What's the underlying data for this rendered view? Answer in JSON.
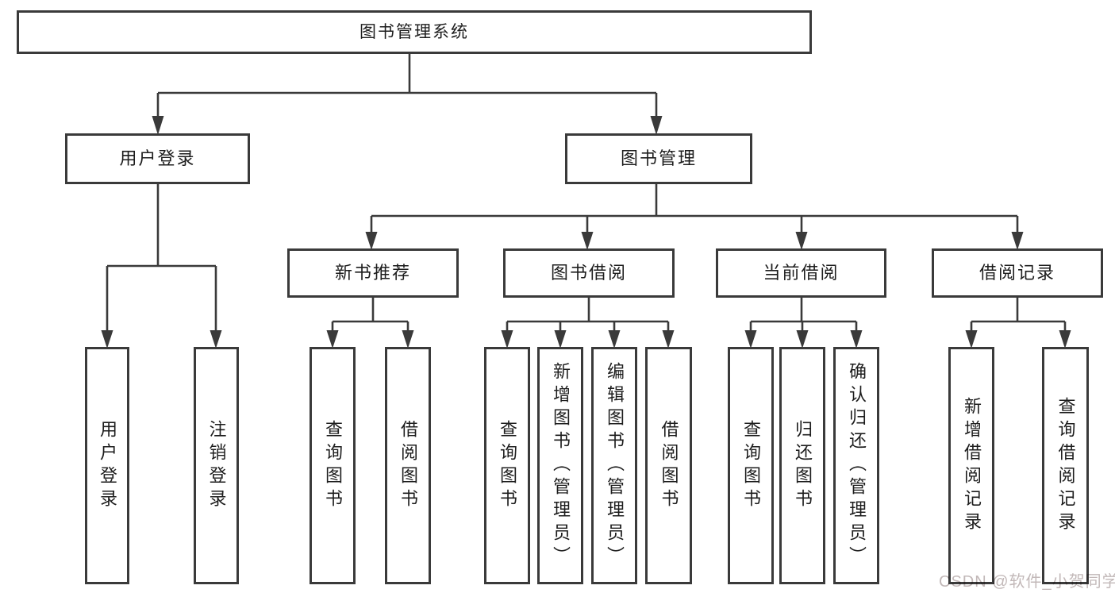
{
  "nodes": {
    "root": "图书管理系统",
    "level2": {
      "user_login": "用户登录",
      "book_mgmt": "图书管理"
    },
    "level3": {
      "new_books": "新书推荐",
      "book_borrow": "图书借阅",
      "current_borrow": "当前借阅",
      "borrow_records": "借阅记录"
    },
    "leaves": {
      "login": "用户登录",
      "logout": "注销登录",
      "nb_query": "查询图书",
      "nb_borrow": "借阅图书",
      "bb_query": "查询图书",
      "bb_add": "新增图书（管理员）",
      "bb_edit": "编辑图书（管理员）",
      "bb_borrow": "借阅图书",
      "cb_query": "查询图书",
      "cb_return": "归还图书",
      "cb_confirm": "确认归还（管理员）",
      "br_add": "新增借阅记录",
      "br_query": "查询借阅记录"
    }
  },
  "watermark": "CSDN @软件_小贺同学",
  "colors": {
    "line": "#3a3a3a",
    "border": "#3a3a3a",
    "text": "#1d1d1d",
    "watermark": "#c2b8b8",
    "background": "#ffffff"
  }
}
